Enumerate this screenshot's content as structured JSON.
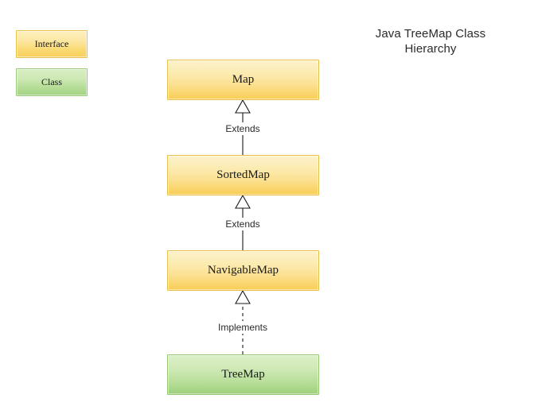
{
  "title": {
    "line1": "Java TreeMap Class",
    "line2": "Hierarchy"
  },
  "legend": {
    "items": [
      {
        "label": "Interface",
        "kind": "interface",
        "color": "#f8ce55"
      },
      {
        "label": "Class",
        "kind": "class",
        "color": "#9ed07c"
      }
    ]
  },
  "diagram": {
    "type": "uml-class-hierarchy",
    "nodes": [
      {
        "id": "map",
        "label": "Map",
        "kind": "interface"
      },
      {
        "id": "sortedmap",
        "label": "SortedMap",
        "kind": "interface"
      },
      {
        "id": "navmap",
        "label": "NavigableMap",
        "kind": "interface"
      },
      {
        "id": "treemap",
        "label": "TreeMap",
        "kind": "class"
      }
    ],
    "edges": [
      {
        "from": "sortedmap",
        "to": "map",
        "label": "Extends",
        "style": "solid"
      },
      {
        "from": "navmap",
        "to": "sortedmap",
        "label": "Extends",
        "style": "solid"
      },
      {
        "from": "treemap",
        "to": "navmap",
        "label": "Implements",
        "style": "dashed"
      }
    ]
  }
}
